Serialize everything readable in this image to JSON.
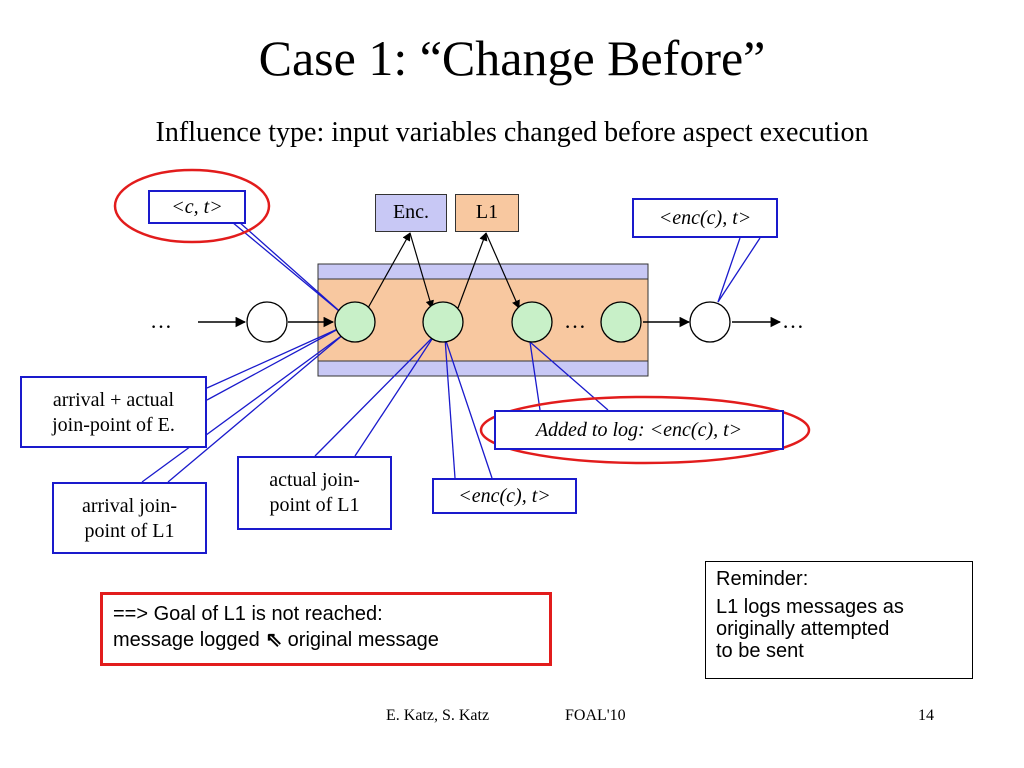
{
  "title": "Case 1: “Change Before”",
  "subtitle": "Influence type: input variables changed before aspect execution",
  "aspects": {
    "enc": "Enc.",
    "l1": "L1"
  },
  "ellipsis": {
    "left": "…",
    "middle": "…",
    "right": "…"
  },
  "callouts": {
    "ct": "<c, t>",
    "enc_ct_top": "<enc(c), t>",
    "arrival_actual": [
      "arrival + actual",
      "join-point of E."
    ],
    "added_to_log": "Added to log: <enc(c), t>",
    "actual_join_l1": [
      "actual join-",
      "point of L1"
    ],
    "enc_ct_bottom": "<enc(c), t>",
    "arrival_join_l1": [
      "arrival join-",
      "point of L1"
    ]
  },
  "goal": {
    "line1": "==> Goal of L1 is not reached:",
    "line2_prefix": "message logged",
    "symbol": "⇖",
    "line2_suffix": "original message"
  },
  "reminder": {
    "title": "Reminder:",
    "body": [
      "L1 logs messages as",
      "originally attempted",
      "to be sent"
    ]
  },
  "footer": {
    "authors": "E. Katz, S. Katz",
    "venue": "FOAL'10",
    "page": "14"
  },
  "colors": {
    "callout_border": "#1a1acc",
    "highlight_red": "#e21c1c",
    "band_blue": "#c8c8f5",
    "band_orange": "#f8c8a0",
    "node_green": "#c8f0c8"
  }
}
